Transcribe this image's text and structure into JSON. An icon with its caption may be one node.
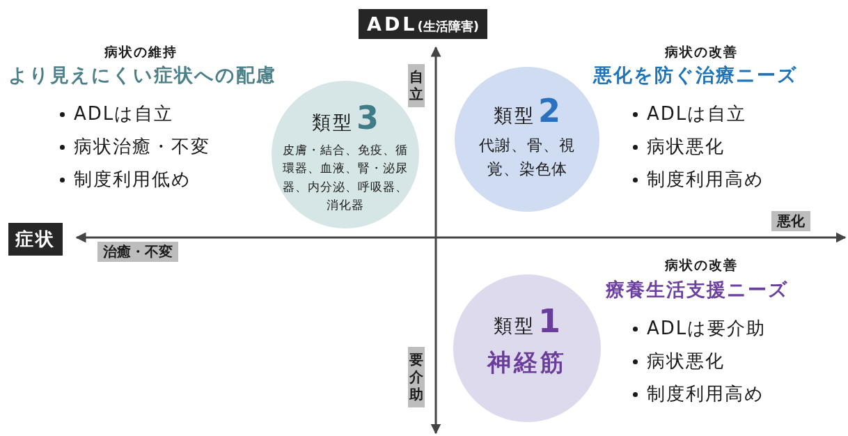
{
  "diagram": {
    "nodes": [
      {
        "text": [
          "類型",
          "3",
          "皮膚・結合、免疫、循環器、血液、腎・泌尿器、内分泌、呼吸器、消化器"
        ]
      },
      {
        "text": [
          "類型",
          "2",
          "代謝、骨、視覚、染色体"
        ]
      },
      {
        "text": [
          "類型",
          "1",
          "神経筋"
        ]
      }
    ],
    "edges": [],
    "labels": [
      "ADL",
      "(生活障害)",
      "病状の維持",
      "より見えにくい症状への配慮",
      "病状の改善",
      "悪化を防ぐ治療ニーズ",
      "自立",
      "ADLは自立",
      "病状治癒・不変",
      "制度利用低め",
      "ADLは自立",
      "病状悪化",
      "制度利用高め",
      "悪化",
      "症状",
      "治癒・不変",
      "病状の改善",
      "療養生活支援ニーズ",
      "要介助",
      "ADLは要介助",
      "病状悪化",
      "制度利用高め"
    ]
  }
}
